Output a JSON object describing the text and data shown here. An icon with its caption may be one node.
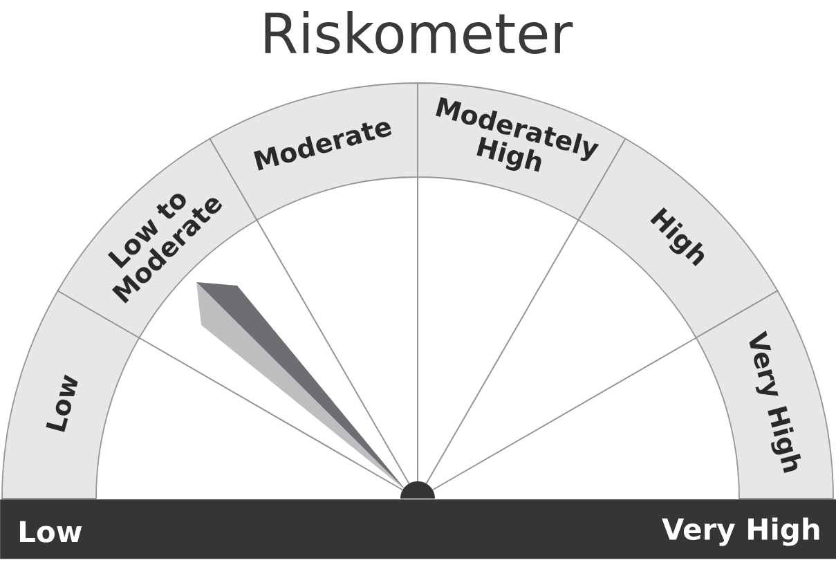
{
  "diagram": {
    "title": "Riskometer",
    "nodes": [
      {
        "text": [
          "Low"
        ]
      },
      {
        "text": [
          "Low to Moderate"
        ]
      },
      {
        "text": [
          "Moderate"
        ]
      },
      {
        "text": [
          "Moderately High"
        ]
      },
      {
        "text": [
          "High"
        ]
      },
      {
        "text": [
          "Very High"
        ]
      },
      {
        "text": [
          "Low",
          "Very High"
        ]
      }
    ]
  }
}
